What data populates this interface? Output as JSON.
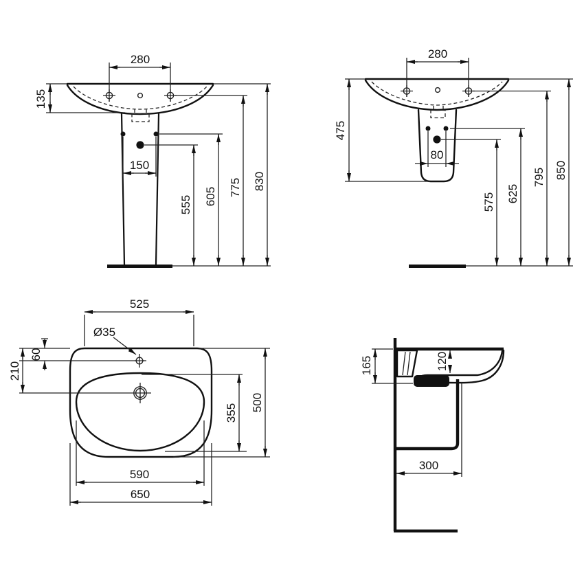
{
  "page": {
    "background": "#ffffff",
    "line_color": "#1a1a1a"
  },
  "views": {
    "front_pedestal": {
      "dims": {
        "tap_centers": "280",
        "rim_height": "135",
        "fixing_centers": "150",
        "drain_height": "555",
        "fixing_height": "605",
        "tap_height": "775",
        "overall_height": "830"
      }
    },
    "front_semi_pedestal": {
      "dims": {
        "tap_centers": "280",
        "basin_height": "475",
        "fixing_centers": "80",
        "drain_height": "575",
        "fixing_height": "625",
        "tap_height": "795",
        "overall_height": "850"
      }
    },
    "top": {
      "dims": {
        "deck_width": "525",
        "tap_hole_diameter": "Ø35",
        "tap_hole_offset": "60",
        "drain_offset": "210",
        "bowl_depth": "355",
        "overall_depth": "500",
        "bowl_width": "590",
        "overall_width": "650"
      }
    },
    "side": {
      "dims": {
        "rim_to_trap_height": "165",
        "bowl_inner_depth": "120",
        "wall_to_front_distance": "300"
      }
    }
  }
}
